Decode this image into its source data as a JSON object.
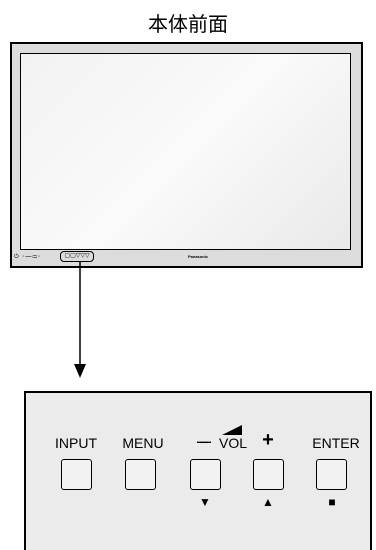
{
  "title": "本体前面",
  "monitor": {
    "brand": "Panasonic",
    "mini_icons": "⏻ ◦━▭◦",
    "mini_buttons": "▢▢▽▽▽"
  },
  "panel": {
    "buttons": [
      {
        "label": "INPUT",
        "below": ""
      },
      {
        "label": "MENU",
        "below": ""
      },
      {
        "label": "",
        "below": "▼"
      },
      {
        "label": "",
        "below": "▲"
      },
      {
        "label": "ENTER",
        "below": "■"
      }
    ],
    "vol_label": "VOL",
    "vol_minus": "—",
    "vol_plus": "+"
  }
}
